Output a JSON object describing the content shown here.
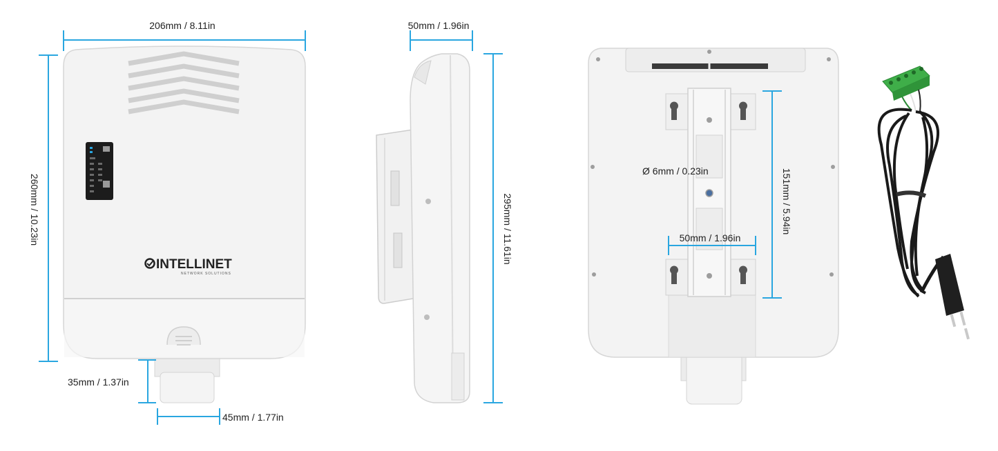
{
  "colors": {
    "dimension_line": "#29a6e0",
    "device_body": "#f3f3f3",
    "device_outline": "#d6d6d6",
    "led_panel": "#1c1c1c",
    "terminal_block": "#3fae49",
    "cable": "#1a1a1a"
  },
  "brand": {
    "name": "INTELLINET",
    "tagline": "NETWORK SOLUTIONS"
  },
  "front_view": {
    "width_label": "206mm / 8.11in",
    "height_label": "260mm / 10.23in",
    "conduit_length_label": "35mm / 1.37in",
    "conduit_width_label": "45mm / 1.77in"
  },
  "side_view": {
    "depth_label": "50mm / 1.96in",
    "height_label": "295mm / 11.61in"
  },
  "back_view": {
    "hole_label": "Ø 6mm / 0.23in",
    "mount_width_label": "50mm / 1.96in",
    "mount_height_label": "151mm / 5.94in"
  },
  "icons": [
    "vent-icon",
    "led-panel-icon",
    "brand-logo-icon",
    "cover-latch-icon",
    "mounting-screw-icon",
    "keyhole-slot-icon",
    "power-plug-icon",
    "terminal-block-icon"
  ]
}
